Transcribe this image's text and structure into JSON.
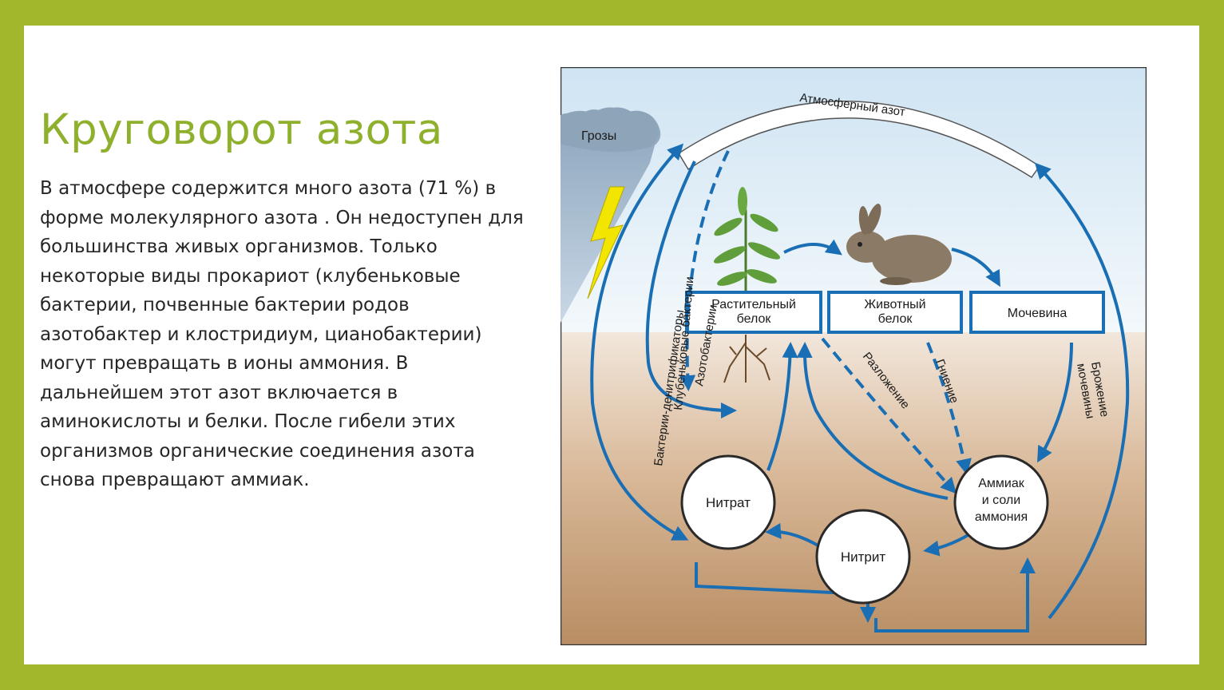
{
  "slide": {
    "title": "Круговорот азота",
    "body_lines": [
      "В атмосфере содержится  много азота (71 %) в",
      "форме молекулярного азота . Он недоступен для",
      "большинства живых организмов. Только",
      "некоторые виды прокариот (клубеньковые",
      "бактерии, почвенные бактерии родов",
      "азотобактер и клостридиум, цианобактерии)",
      "могут превращать в ионы аммония. В",
      "дальнейшем этот азот включается в",
      "аминокислоты и белки. После гибели этих",
      "организмов органические соединения азота",
      "снова превращают аммиак."
    ]
  },
  "diagram": {
    "atmosphere_label": "Атмосферный азот",
    "storm_label": "Грозы",
    "boxes": {
      "plant_protein_line1": "Растительный",
      "plant_protein_line2": "белок",
      "animal_protein_line1": "Животный",
      "animal_protein_line2": "белок",
      "urea": "Мочевина"
    },
    "circles": {
      "nitrate": "Нитрат",
      "nitrite": "Нитрит",
      "ammonia_line1": "Аммиак",
      "ammonia_line2": "и соли",
      "ammonia_line3": "аммония"
    },
    "arrow_labels": {
      "denitrifying_bacteria": "Бактерии-денитрификаторы",
      "nodule_bacteria": "Клубеньковые бактерии",
      "azotobacter": "Азотобактерии",
      "decomposition": "Разложение",
      "rotting": "Гниение",
      "urea_fermentation_line1": "Брожение",
      "urea_fermentation_line2": "мочевины"
    },
    "colors": {
      "arrow": "#1a6fb4",
      "box_border": "#1a6fb4",
      "sky_top": "#d7e9f5",
      "soil": "#c39a74"
    }
  }
}
